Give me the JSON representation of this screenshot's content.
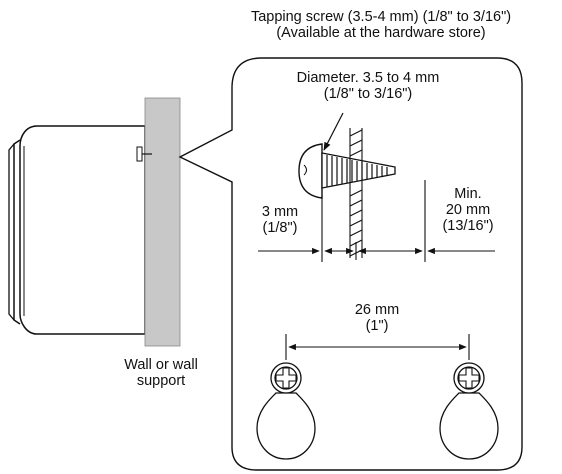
{
  "labels": {
    "screw_line1": "Tapping screw (3.5-4 mm) (1/8\" to 3/16\")",
    "screw_line2": "(Available at the hardware store)",
    "diameter_line1": "Diameter. 3.5 to 4 mm",
    "diameter_line2": "(1/8\" to 3/16\")",
    "head_line1": "3 mm",
    "head_line2": "(1/8\")",
    "min_line1": "Min.",
    "min_line2": "20 mm",
    "min_line3": "(13/16\")",
    "spacing_line1": "26 mm",
    "spacing_line2": "(1\")",
    "wall_line1": "Wall or wall",
    "wall_line2": "support"
  },
  "colors": {
    "line": "#111111",
    "wall": "#c8c8c8",
    "device": "#ffffff"
  }
}
